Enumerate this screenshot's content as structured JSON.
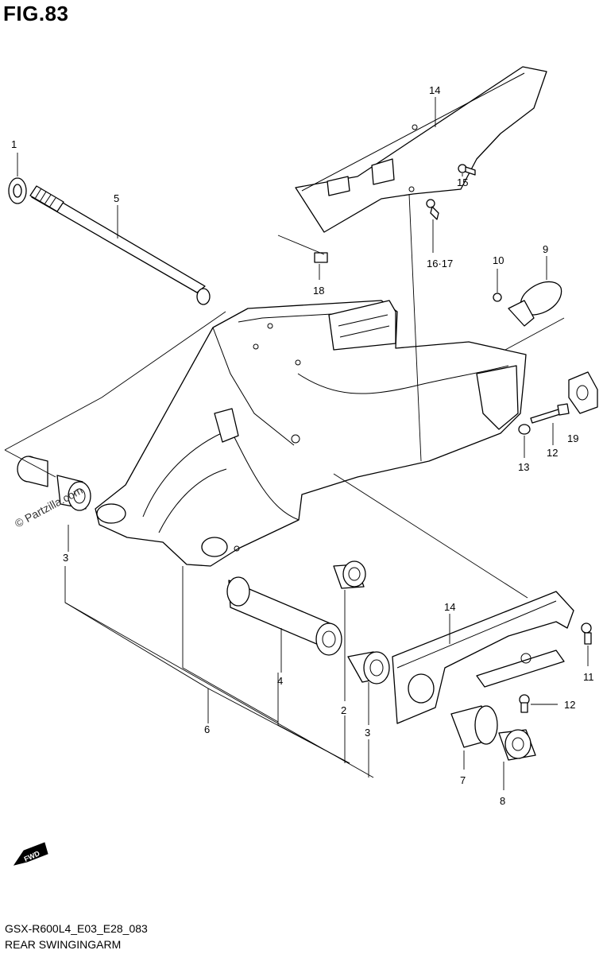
{
  "figure_title": "FIG.83",
  "watermark": "© Partzilla.com",
  "fwd_label": "FWD",
  "model_code": "GSX-R600L4_E03_E28_083",
  "section_name": "REAR SWINGINGARM",
  "callouts": [
    "1",
    "2",
    "3",
    "3",
    "4",
    "5",
    "6",
    "7",
    "8",
    "9",
    "10",
    "11",
    "12",
    "12",
    "13",
    "14",
    "14",
    "15",
    "16·17",
    "18",
    "19"
  ]
}
